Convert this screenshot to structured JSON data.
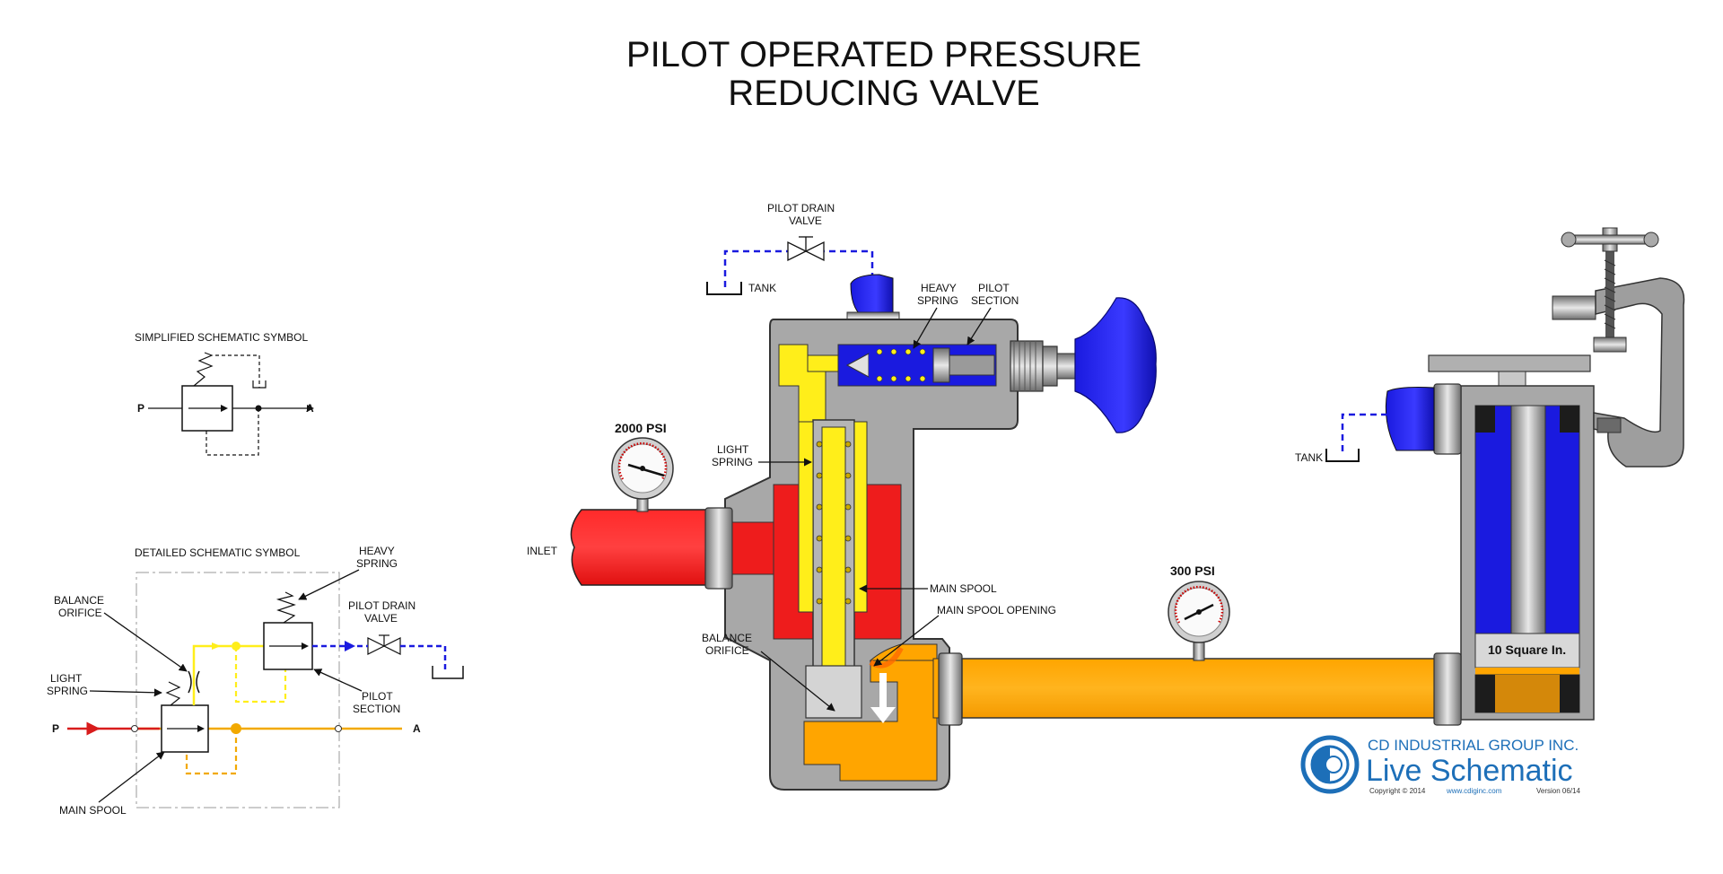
{
  "title": {
    "line1": "PILOT OPERATED PRESSURE",
    "line2": "REDUCING VALVE"
  },
  "simplified": {
    "heading": "SIMPLIFIED SCHEMATIC SYMBOL",
    "port_p": "P",
    "port_a": "A"
  },
  "detailed": {
    "heading": "DETAILED SCHEMATIC SYMBOL",
    "balance_orifice": [
      "BALANCE",
      "ORIFICE"
    ],
    "light_spring": [
      "LIGHT",
      "SPRING"
    ],
    "heavy_spring": [
      "HEAVY",
      "SPRING"
    ],
    "pilot_drain_valve": [
      "PILOT DRAIN",
      "VALVE"
    ],
    "pilot_section": [
      "PILOT",
      "SECTION"
    ],
    "main_spool": "MAIN SPOOL",
    "port_p": "P",
    "port_a": "A"
  },
  "cutaway": {
    "pilot_drain_valve": [
      "PILOT DRAIN",
      "VALVE"
    ],
    "tank": "TANK",
    "heavy_spring": [
      "HEAVY",
      "SPRING"
    ],
    "pilot_section": [
      "PILOT",
      "SECTION"
    ],
    "inlet_pressure": "2000 PSI",
    "light_spring": [
      "LIGHT",
      "SPRING"
    ],
    "inlet": "INLET",
    "main_spool": "MAIN SPOOL",
    "main_spool_opening": "MAIN SPOOL OPENING",
    "balance_orifice": [
      "BALANCE",
      "ORIFICE"
    ],
    "outlet_pressure": "300 PSI",
    "cylinder_area": "10 Square In.",
    "tank_right": "TANK"
  },
  "logo": {
    "company": "CD INDUSTRIAL GROUP INC.",
    "product": "Live Schematic",
    "copyright": "Copyright © 2014",
    "url": "www.cdiginc.com",
    "version": "Version 06/14"
  },
  "colors": {
    "high_pressure": "#ee1c1c",
    "reduced_pressure": "#ffa500",
    "pilot_oil": "#ffee1a",
    "tank_line": "#1a1adf",
    "body_gray": "#a8a8a8",
    "logo_blue": "#1d6fb8"
  }
}
